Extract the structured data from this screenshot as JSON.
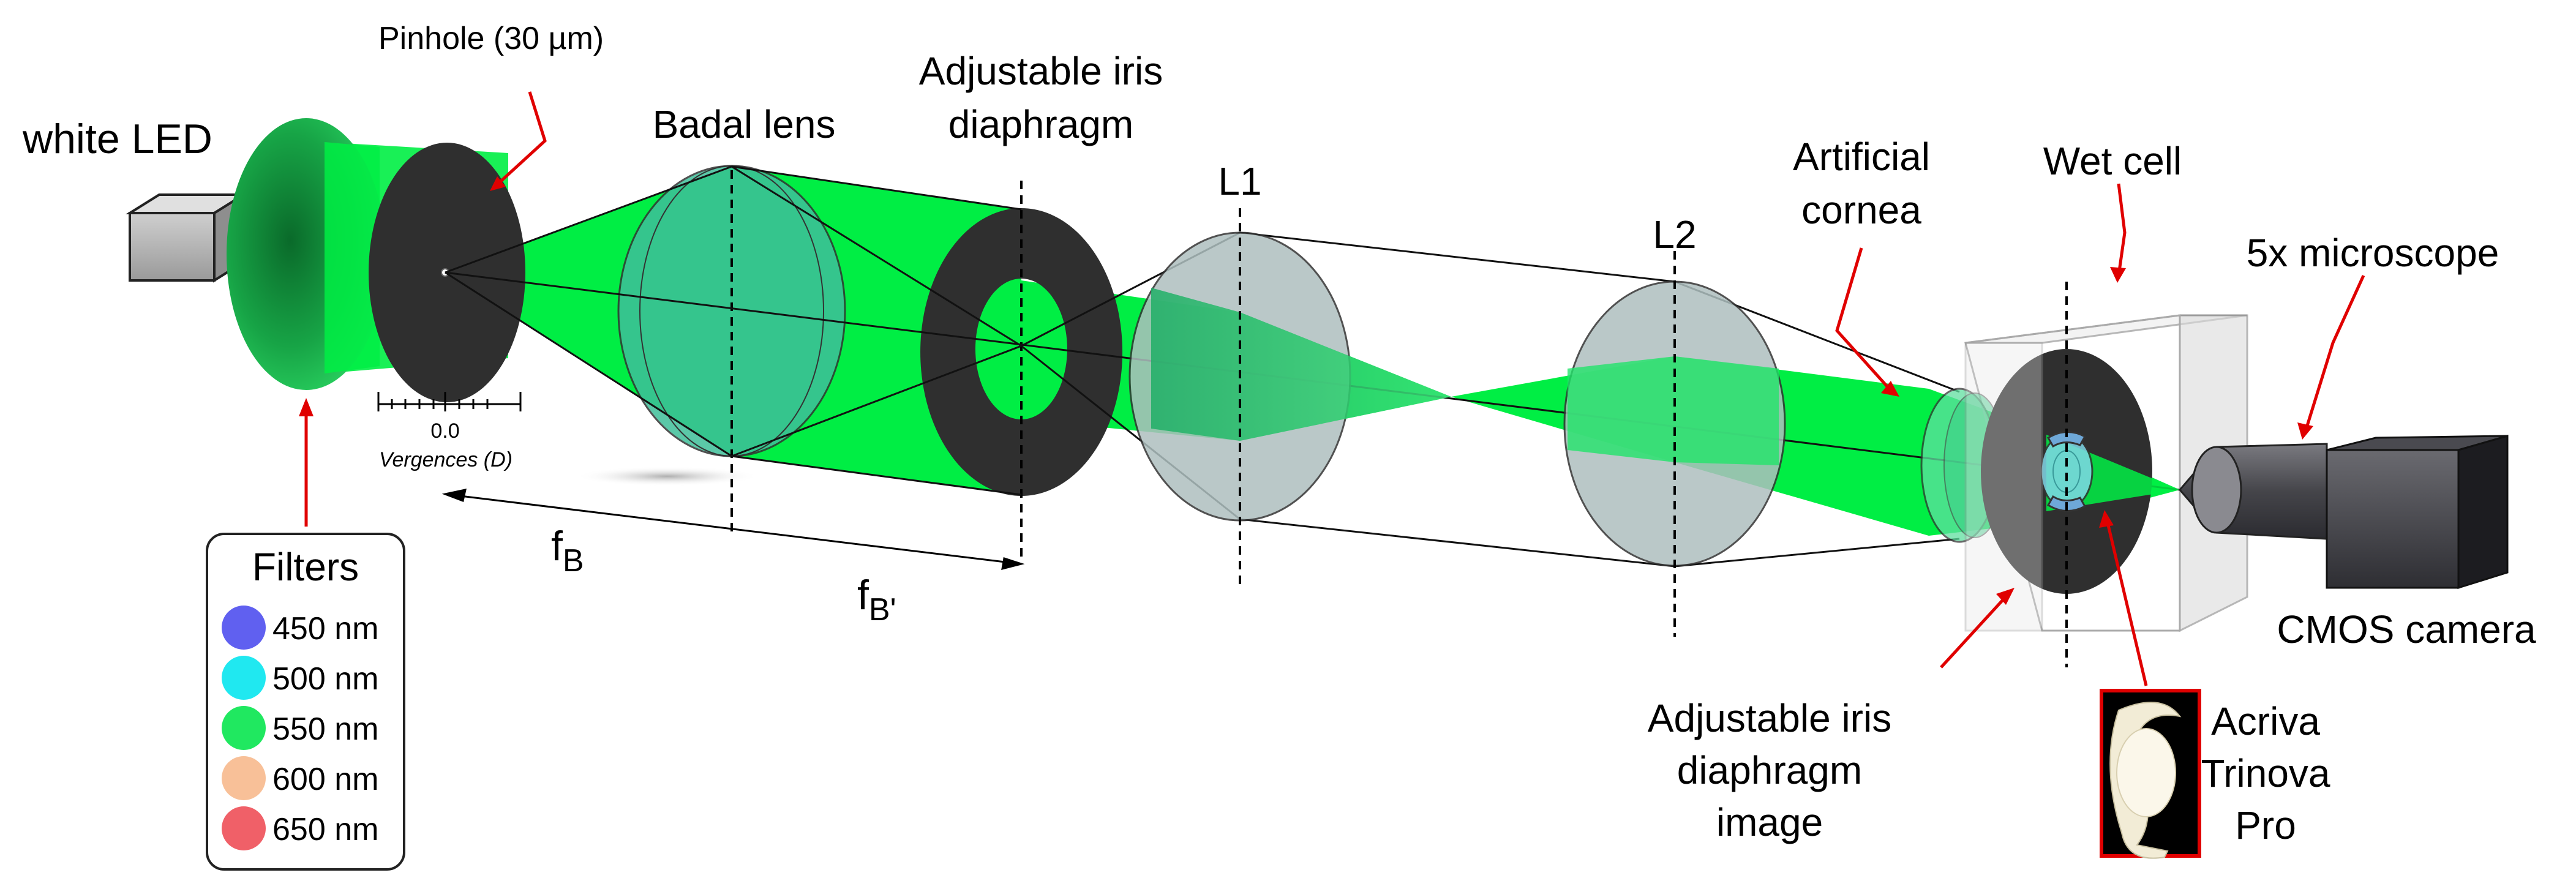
{
  "labels": {
    "white_led": "white LED",
    "pinhole": "Pinhole (30 µm)",
    "badal_lens": "Badal lens",
    "iris_line1": "Adjustable iris",
    "iris_line2": "diaphragm",
    "l1": "L1",
    "l2": "L2",
    "cornea_line1": "Artificial",
    "cornea_line2": "cornea",
    "wet_cell": "Wet cell",
    "microscope": "5x microscope",
    "camera": "CMOS camera",
    "iris_image_line1": "Adjustable iris",
    "iris_image_line2": "diaphragm",
    "iris_image_line3": "image",
    "lens_line1": "Acriva",
    "lens_line2": "Trinova",
    "lens_line3": "Pro",
    "vergence_zero": "0.0",
    "vergences": "Vergences (D)",
    "fb_main": "f",
    "fb_sub": "B",
    "fbp_sub": "B'"
  },
  "filters": {
    "title": "Filters",
    "items": [
      {
        "label": "450 nm",
        "color": "#6060f0"
      },
      {
        "label": "500 nm",
        "color": "#20e8f0"
      },
      {
        "label": "550 nm",
        "color": "#20e860"
      },
      {
        "label": "600 nm",
        "color": "#f8c098"
      },
      {
        "label": "650 nm",
        "color": "#f06068"
      }
    ]
  },
  "colors": {
    "beam": "#00ee44",
    "arrow": "#e00000",
    "disk": "#2f2f2f",
    "lens_glass": "#aebfbf"
  }
}
